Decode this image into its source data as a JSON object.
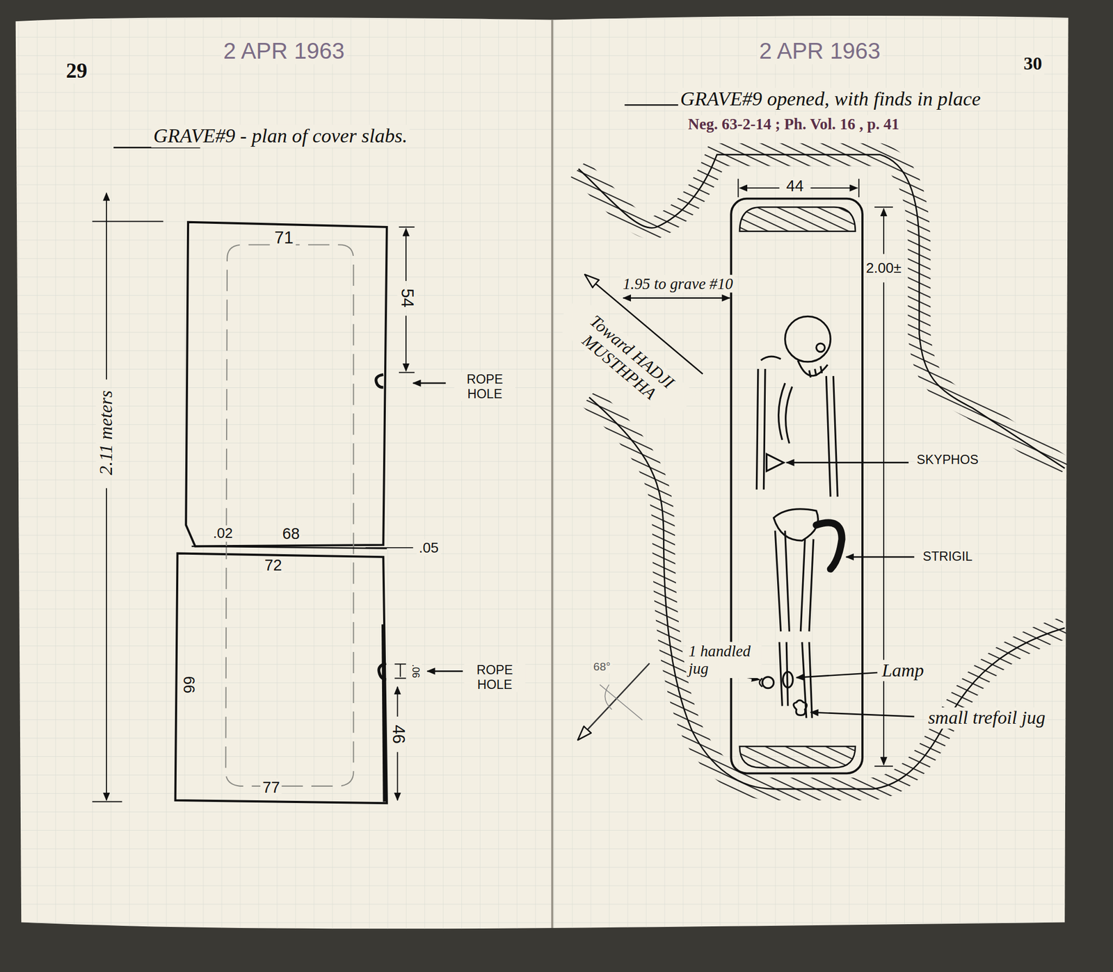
{
  "diagram": {
    "labels": [
      "29",
      "2 APR 1963",
      "GRAVE#9 - plan of cover slabs.",
      "71",
      "54",
      "ROPE HOLE",
      "2.11 meters",
      ".02",
      "68",
      ".05",
      "72",
      "ROPE HOLE",
      ".06",
      "66",
      "46",
      "77",
      "2 APR 1963",
      "30",
      "GRAVE#9 opened, with finds in place",
      "Neg. 63-2-14 ; Ph. Vol. 16 , p. 41",
      "44",
      "2.00±",
      "1.95 to grave #10",
      "Toward HADJI MUSTHPHA",
      "SKYPHOS",
      "STRIGIL",
      "1 handled jug",
      "Lamp",
      "small trefoil jug",
      "68°"
    ]
  }
}
